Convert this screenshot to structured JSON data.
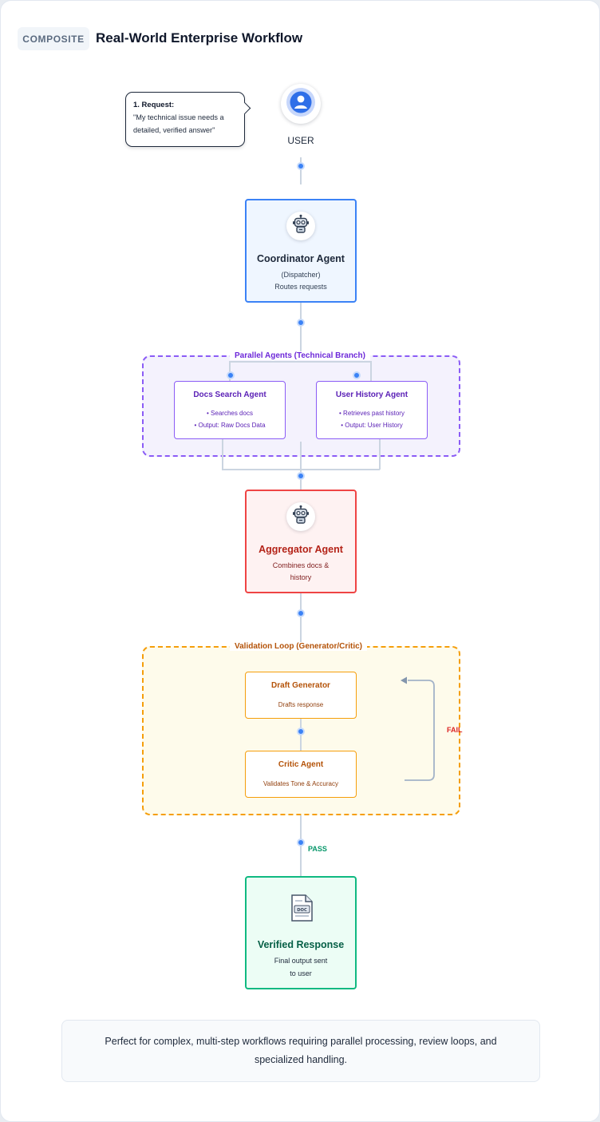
{
  "header": {
    "tag": "COMPOSITE",
    "title": "Real-World Enterprise Workflow"
  },
  "user": {
    "label": "USER",
    "bubble_title": "1. Request:",
    "bubble_line1": "\"My technical issue needs a",
    "bubble_line2": "detailed, verified answer\""
  },
  "coordinator": {
    "title": "Coordinator Agent",
    "subtitle": "(Dispatcher)",
    "desc": "Routes requests"
  },
  "parallel_group": {
    "label": "Parallel Agents (Technical Branch)",
    "agents": [
      {
        "title": "Docs Search Agent",
        "line1": "• Searches docs",
        "line2": "• Output: Raw Docs Data"
      },
      {
        "title": "User History Agent",
        "line1": "• Retrieves past history",
        "line2": "• Output: User History"
      }
    ]
  },
  "aggregator": {
    "title": "Aggregator Agent",
    "line1": "Combines docs &",
    "line2": "history"
  },
  "validation_group": {
    "label": "Validation Loop (Generator/Critic)",
    "generator": {
      "title": "Draft Generator",
      "desc": "Drafts response"
    },
    "critic": {
      "title": "Critic Agent",
      "desc": "Validates Tone & Accuracy"
    },
    "fail_label": "FAIL",
    "pass_label": "PASS"
  },
  "verified": {
    "title": "Verified Response",
    "line1": "Final output sent",
    "line2": "to user",
    "icon_text": "DOC"
  },
  "footer": {
    "note": "Perfect for complex, multi-step workflows requiring parallel processing, review loops, and specialized handling."
  },
  "colors": {
    "blue": "#3b82f6",
    "red": "#ef4444",
    "green": "#10b981",
    "purple": "#8b5cf6",
    "amber": "#f59e0b"
  },
  "icons": {
    "user": "user-icon",
    "robot": "robot-icon",
    "document": "document-icon",
    "loop_arrow": "loop-arrow-icon"
  }
}
